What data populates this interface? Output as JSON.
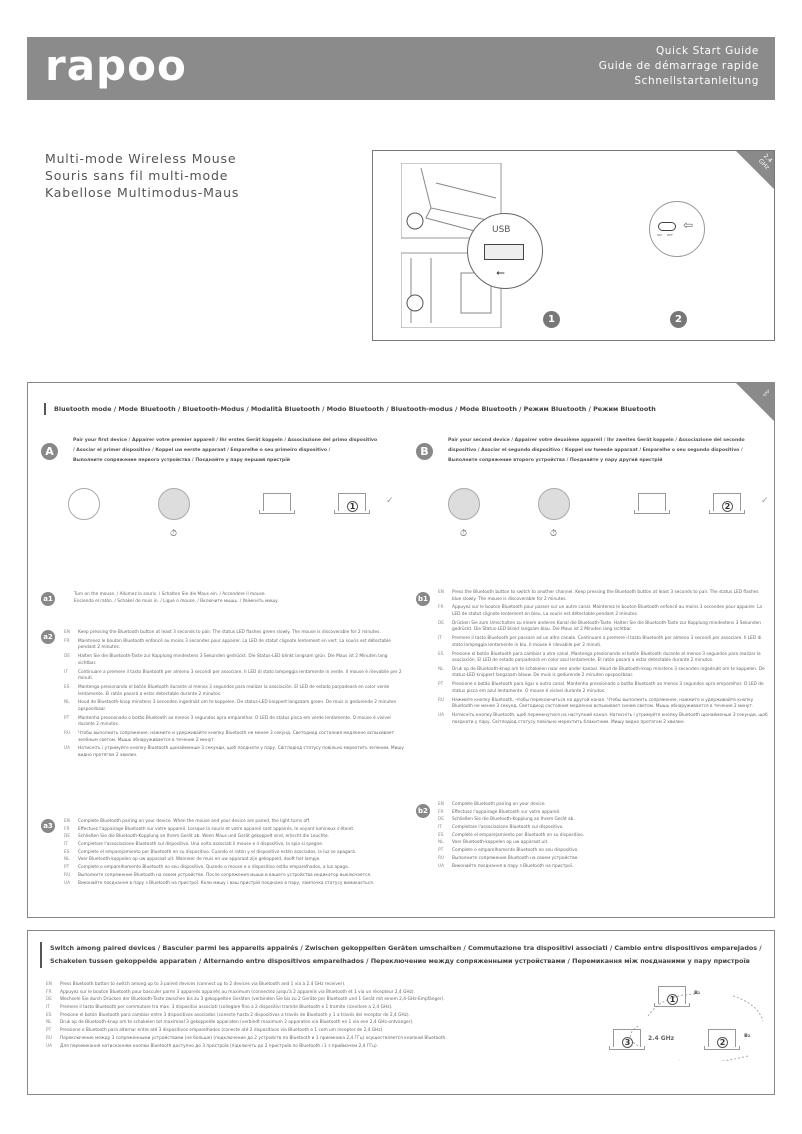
{
  "header": {
    "logo": "rapoo",
    "guide_lines": [
      "Quick Start Guide",
      "Guide de démarrage rapide",
      "Schnellstartanleitung"
    ]
  },
  "product_titles": [
    "Multi-mode Wireless Mouse",
    "Souris sans fil multi-mode",
    "Kabellose Multimodus-Maus"
  ],
  "hero": {
    "usb_label": "USB",
    "corner_label": "2.4 GHz",
    "switch_on": "ON",
    "switch_off": "OFF",
    "steps": [
      "1",
      "2"
    ]
  },
  "bluetooth": {
    "heading": "Bluetooth mode / Mode Bluetooth / Bluetooth-Modus / Modalità Bluetooth / Modo Bluetooth / Bluetooth-modus / Mode Bluetooth / Режим Bluetooth / Режим Bluetooth",
    "A": {
      "badge": "A",
      "lines": [
        "Pair your first device / Appairer votre premier appareil / Ihr erstes Gerät koppeln / Associazione del primo dispositivo",
        "/ Asociar el primer dispositivo / Koppel uw eerste apparaat / Emparelhe o seu primeiro dispositivo /",
        "Выполните сопряжение первого устройства / Поєднайте у пару перший пристрій"
      ],
      "screen_num": "1",
      "a1": {
        "badge": "a1",
        "lines": [
          "Turn on the mouse. / Allumez la souris. / Schalten Sie die Maus ein. / Accendere il mouse.",
          "Encienda el ratón. / Schakel de muis in. / Ligue o mouse. / Включите мышь. / Увімкніть мишу."
        ]
      },
      "a2": {
        "badge": "a2",
        "items": [
          {
            "code": "EN",
            "text": "Keep pressing the Bluetooth button at least 3 seconds to pair. The status LED flashes green slowly. The mouse is discoverable for 2 minutes."
          },
          {
            "code": "FR",
            "text": "Maintenez le bouton Bluetooth enfoncé au moins 3 secondes pour appairer. La LED de statut clignote lentement en vert. La souris est détectable pendant 2 minutes."
          },
          {
            "code": "DE",
            "text": "Halten Sie die Bluetooth-Taste zur Kopplung mindestens 3 Sekunden gedrückt. Die Status-LED blinkt langsam grün. Die Maus ist 2 Minuten lang sichtbar."
          },
          {
            "code": "IT",
            "text": "Continuare a premere il tasto Bluetooth per almeno 3 secondi per associare. Il LED di stato lampeggia lentamente in verde. Il mouse è rilevabile per 2 minuti."
          },
          {
            "code": "ES",
            "text": "Mantenga presionando el botón Bluetooth durante al menos 3 segundos para realizar la asociación. El LED de estado parpadeará en color verde lentamente. El ratón pasará a estar detectable durante 2 minutos."
          },
          {
            "code": "NL",
            "text": "Houd de Bluetooth-knop minstens 3 seconden ingedrukt om te koppelen. De status-LED knippert langzaam groen. De muis is gedurende 2 minuten opspoorbaar."
          },
          {
            "code": "PT",
            "text": "Mantenha pressionado o botão Bluetooth ao menos 3 segundos apra emparelhar. O LED de status pisca em verde lentamente. O mouse é visível durante 2 minutos."
          },
          {
            "code": "RU",
            "text": "Чтобы выполнить сопряжение, нажмите и удерживайте кнопку Bluetooth не менее 3 секунд. Светодиод состояния медленно вспыхивает зелёным светом. Мышь обнаруживается в течение 2 минут."
          },
          {
            "code": "UA",
            "text": "Натисніть і утримуйте кнопку Bluetooth щонайменше 3 секунди, щоб поєднати у пару. Світлодіод статусу повільно мерехтить зеленим. Мишу видно протягом 2 хвилин."
          }
        ]
      },
      "a3": {
        "badge": "a3",
        "items": [
          {
            "code": "EN",
            "text": "Complete Bluetooth pairing on your device. When the mouse and your device are paired, the light turns off."
          },
          {
            "code": "FR",
            "text": "Effectuez l'appairage Bluetooth sur votre appareil. Lorsque la souris et votre appareil sont appairés, le voyant lumineux s'éteint."
          },
          {
            "code": "DE",
            "text": "Schließen Sie die Bluetooth-Kopplung an Ihrem Gerät ab. Wenn Maus und Gerät gekoppelt sind, erlischt die Leuchte."
          },
          {
            "code": "IT",
            "text": "Completare l'associazione Bluetooth sul dispositivo. Una volta associati il mouse e il dispositivo, la spia si spegne."
          },
          {
            "code": "ES",
            "text": "Complete el emparejamiento por Bluetooth en su dispositivo. Cuando el ratón y el dispositivo estén asociados, la luz se apagará."
          },
          {
            "code": "NL",
            "text": "Voer Bluetooth-koppelen op uw apparaat uit. Wanneer de muis en uw apparaat zijn gekoppeld, dooft het lampje."
          },
          {
            "code": "PT",
            "text": "Complete o emparelhamento Bluetooth no seu dispositivo. Quando o mouse e o dispositivo estão emparelhados, a luz apaga."
          },
          {
            "code": "RU",
            "text": "Выполните сопряжение Bluetooth на своем устройстве. После сопряжения мыши и вашего устройства индикатор выключается."
          },
          {
            "code": "UA",
            "text": "Виконайте поєднання в пару з Bluetooth на пристрої. Коли мишу і ваш пристрій поєднано в пару, лампочка статусу вимикається."
          }
        ]
      }
    },
    "B": {
      "badge": "B",
      "lines": [
        "Pair your second device / Appairer votre deuxième appareil / Ihr zweites Gerät koppeln / Associazione del secondo",
        "dispositivo / Asociar el segundo dispositivo / Koppel uw tweede apparaat / Emparelhe o seu segundo dispositivo /",
        "Выполните сопряжение второго устройства / Поєднайте у пару другий пристрій"
      ],
      "screen_num": "2",
      "b1": {
        "badge": "b1",
        "items": [
          {
            "code": "EN",
            "text": "Press the Bluetooth button to switch to another channel. Keep pressing the Bluetooth button at least 3 seconds to pair. The status LED flashes blue slowly. The mouse is discoverable for 2 minutes."
          },
          {
            "code": "FR",
            "text": "Appuyez sur le bouton Bluetooth pour passer sur un autre canal. Maintenez le bouton Bluetooth enfoncé au moins 3 secondes pour appairer. La LED de statut clignote lentement en bleu. La souris est détectable pendant 2 minutes."
          },
          {
            "code": "DE",
            "text": "Drücken Sie zum Umschalten zu einem anderen Kanal die Bluetooth-Taste. Halten Sie die Bluetooth-Taste zur Kopplung mindestens 3 Sekunden gedrückt. Die Status-LED blinkt langsam blau. Die Maus ist 2 Minuten lang sichtbar."
          },
          {
            "code": "IT",
            "text": "Premere il tasto Bluetooth per passare ad un altro canale. Continuare a premere il tasto Bluetooth per almeno 3 secondi per associare. Il LED di stato lampeggia lentamente in blu. Il mouse è rilevabile per 2 minuti."
          },
          {
            "code": "ES",
            "text": "Presione el botón Bluetooth para cambiar a otro canal. Mantenga presionando el botón Bluetooth durante al menos 3 segundos para realizar la asociación. El LED de estado parpadeará en color azul lentamente. El ratón pasará a estar detectable durante 2 minutos."
          },
          {
            "code": "NL",
            "text": "Druk op de Bluetooth-knop om te schakelen naar een ander kanaal. Houd de Bluetooth-knop minstens 3 seconden ingedrukt om te koppelen. De status-LED knippert langzaam blauw. De muis is gedurende 2 minuten opspoorbaar."
          },
          {
            "code": "PT",
            "text": "Pressione o botão Bluetooth para ligar o outro canal. Mantenha pressionado o botão Bluetooth ao menos 3 segundos apra emparelhar. O LED de status pisca em azul lentamente. O mouse é visível durante 2 minutos."
          },
          {
            "code": "RU",
            "text": "Нажмите кнопку Bluetooth, чтобы переключиться на другой канал. Чтобы выполнить сопряжение, нажмите и удерживайте кнопку Bluetooth не менее 3 секунд. Светодиод состояния медленно вспыхивает синим светом. Мышь обнаруживается в течение 2 минут."
          },
          {
            "code": "UA",
            "text": "Натисніть кнопку Bluetooth, щоб перемкнутися на наступний канал. Натисніть і утримуйте кнопку Bluetooth щонайменше 3 секунди, щоб поєднати у пару. Світлодіод статусу повільно мерехтить блакитним. Мишу видно протягом 2 хвилин."
          }
        ]
      },
      "b2": {
        "badge": "b2",
        "items": [
          {
            "code": "EN",
            "text": "Complete Bluetooth pairing on your device."
          },
          {
            "code": "FR",
            "text": "Effectuez l'appairage Bluetooth sur votre appareil."
          },
          {
            "code": "DE",
            "text": "Schließen Sie die Bluetooth-Kopplung an Ihrem Gerät ab."
          },
          {
            "code": "IT",
            "text": "Completare l'associazione Bluetooth sul dispositivo."
          },
          {
            "code": "ES",
            "text": "Complete el emparejamiento por Bluetooth en su dispositivo."
          },
          {
            "code": "NL",
            "text": "Voer Bluetooth-koppelen op uw apparaat uit."
          },
          {
            "code": "PT",
            "text": "Complete o emparelhamento Bluetooth no seu dispositivo."
          },
          {
            "code": "RU",
            "text": "Выполните сопряжение Bluetooth на своем устройстве."
          },
          {
            "code": "UA",
            "text": "Виконайте поєднання в пару з Bluetooth на пристрої."
          }
        ]
      }
    }
  },
  "switching": {
    "heading_lines": [
      "Switch among paired devices / Basculer parmi les appareils appairés / Zwischen gekoppelten Geräten umschalten / Commutazione tra dispositivi associati / Cambio entre dispositivos emparejados /",
      "Schakelen tussen gekoppelde apparaten / Alternando entre dispositivos emparelhados / Переключение между сопряженными устройствами / Перемикання між поєднаними у пару пристроїв"
    ],
    "items": [
      {
        "code": "EN",
        "text": "Press Bluetooth button to switch among up to 3 paired devices (connect up to 2 devices via Bluetooth and 1 via a 2.4 GHz receiver)."
      },
      {
        "code": "FR",
        "text": "Appuyez sur le bouton Bluetooth pour basculer parmi 3 appareils appairés au maximum (connectez jusqu'à 2 appareils via Bluetooth et 1 via un récepteur 2,4 GHz)."
      },
      {
        "code": "DE",
        "text": "Wechseln Sie durch Drücken der Bluetooth-Taste zwischen bis zu 3 gekoppelten Geräten (verbinden Sie bis zu 2 Geräte per Bluetooth und 1 Gerät mit einem 2,4-GHz-Empfänger)."
      },
      {
        "code": "IT",
        "text": "Premere il tasto Bluetooth per commutare tra max. 3 dispositivi associati (collegare fino a 2 dispositivi tramite Bluetooth e 1 tramite ricevitore a 2,4 GHz)."
      },
      {
        "code": "ES",
        "text": "Presione el botón Bluetooth para cambiar entre 3 dispositivos asociados (conecte hasta 2 dispositivos a través de Bluetooth y 1 a través del receptor de 2,4 GHz)."
      },
      {
        "code": "NL",
        "text": "Druk op de Bluetooth-knop om te schakelen tot maximaal 3 gekoppelde apparaten (verbindt maximum 2 apparaten via Bluetooth en 1 via een 2,4 GHz-ontvanger)."
      },
      {
        "code": "PT",
        "text": "Pressione o Bluetooth para alternar entre até 3 dispositivos emparelhados (conecte até 2 dispositivos via Bluetooth e 1 com um receptor de 2,4 GHz)."
      },
      {
        "code": "RU",
        "text": "Переключение между 3 сопряженными устройствами (не больше) (подключение до 2 устройств по Bluetooth и 1 приемника 2,4 ГГц) осуществляется кнопкой Bluetooth."
      },
      {
        "code": "UA",
        "text": "Для перемикання натисканням кнопки Bluetooth доступно до 3 пристроїв (підключіть до 2 пристроїв по Bluetooth і 1 з приймачем 2,4 ГГц)."
      }
    ],
    "diagram": {
      "devices": [
        "1",
        "2",
        "3"
      ],
      "receiver_label": "2.4 GHz",
      "bt1": "ʙ₁",
      "bt2": "ʙ₂"
    }
  },
  "colors": {
    "header_bg": "#8b8b8b",
    "badge": "#888888"
  }
}
